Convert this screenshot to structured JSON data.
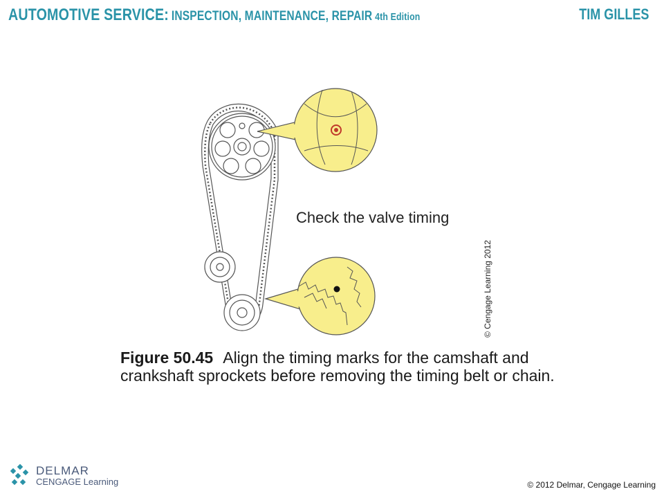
{
  "header": {
    "title_main": "AUTOMOTIVE SERVICE:",
    "title_sub": "INSPECTION, MAINTENANCE, REPAIR",
    "edition": "4th Edition",
    "author": "TIM GILLES"
  },
  "figure": {
    "label": "Check the valve timing",
    "credit": "© Cengage Learning 2012",
    "colors": {
      "callout": "#f8ee8c",
      "mark": "#c0392b",
      "line": "#555555"
    }
  },
  "caption": {
    "number": "Figure 50.45",
    "text": "Align the timing marks for the camshaft and crankshaft sprockets before removing the timing belt or chain."
  },
  "footer": {
    "logo_line1": "DELMAR",
    "logo_line2": "CENGAGE Learning",
    "copyright": "© 2012 Delmar, Cengage Learning"
  }
}
